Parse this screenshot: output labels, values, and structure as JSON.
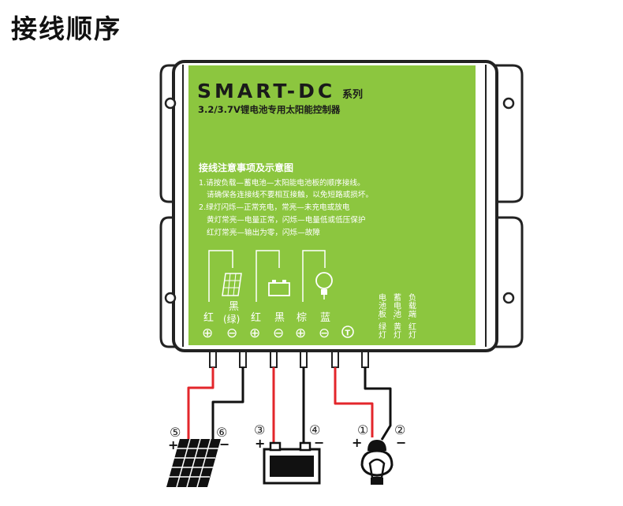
{
  "title": "接线顺序",
  "panel": {
    "brand": "SMART-DC",
    "brand_suffix": "系列",
    "model": "3.2/3.7V锂电池专用太阳能控制器",
    "notes_title": "接线注意事项及示意图",
    "notes": [
      "1.请按负载—蓄电池—太阳能电池板的顺序接线。",
      "请确保各连接线不要相互接触，以免短路或损坏。",
      "2.绿灯闪烁—正常充电，常亮—未充电或放电",
      "黄灯常亮—电量正常，闪烁—电量低或低压保护",
      "红灯常亮—输出为零，闪烁—故障"
    ],
    "terminal_labels": {
      "solar_pos": "红",
      "solar_neg_1": "黑",
      "solar_neg_2": "(绿)",
      "battery_pos": "红",
      "battery_neg": "黑",
      "load_pos": "棕",
      "load_neg": "蓝"
    },
    "terminal_symbols": {
      "plus": "⊕",
      "minus": "⊖",
      "t_symbol": "T"
    },
    "led_labels": [
      {
        "name": "电池板",
        "color": "绿灯"
      },
      {
        "name": "蓄电池",
        "color": "黄灯"
      },
      {
        "name": "负载端",
        "color": "红灯"
      }
    ]
  },
  "connections": {
    "numbers": [
      "⑤",
      "⑥",
      "③",
      "④",
      "①",
      "②"
    ],
    "plus": "+",
    "minus": "−"
  },
  "colors": {
    "panel_green": "#8cc63f",
    "case_dark": "#222222",
    "wire_red": "#e3262b",
    "wire_black": "#111111"
  },
  "icons": [
    "solar-panel-icon",
    "battery-icon",
    "lamp-icon",
    "bulb-icon"
  ]
}
